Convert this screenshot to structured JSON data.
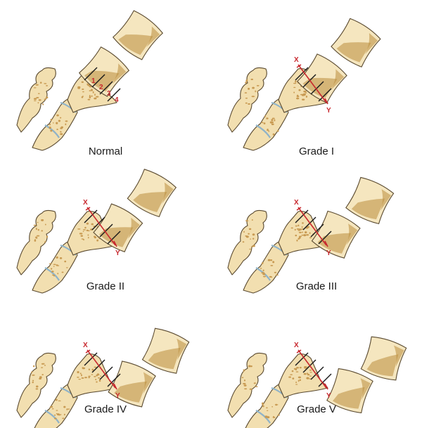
{
  "panels": [
    {
      "caption": "Normal",
      "grade": 0,
      "markers": [
        "1",
        "2",
        "3",
        "4"
      ]
    },
    {
      "caption": "Grade I",
      "grade": 1,
      "markers": [
        "X",
        "Y"
      ]
    },
    {
      "caption": "Grade II",
      "grade": 2,
      "markers": [
        "X",
        "Y"
      ]
    },
    {
      "caption": "Grade III",
      "grade": 3,
      "markers": [
        "X",
        "Y"
      ]
    },
    {
      "caption": "Grade IV",
      "grade": 4,
      "markers": [
        "X",
        "Y"
      ]
    },
    {
      "caption": "Grade V",
      "grade": 5,
      "markers": [
        "X",
        "Y"
      ]
    }
  ],
  "colors": {
    "bone": "#f2dfb0",
    "outline": "#5a4a30",
    "measure": "#c8282e",
    "disc": "#8fb3c9"
  }
}
